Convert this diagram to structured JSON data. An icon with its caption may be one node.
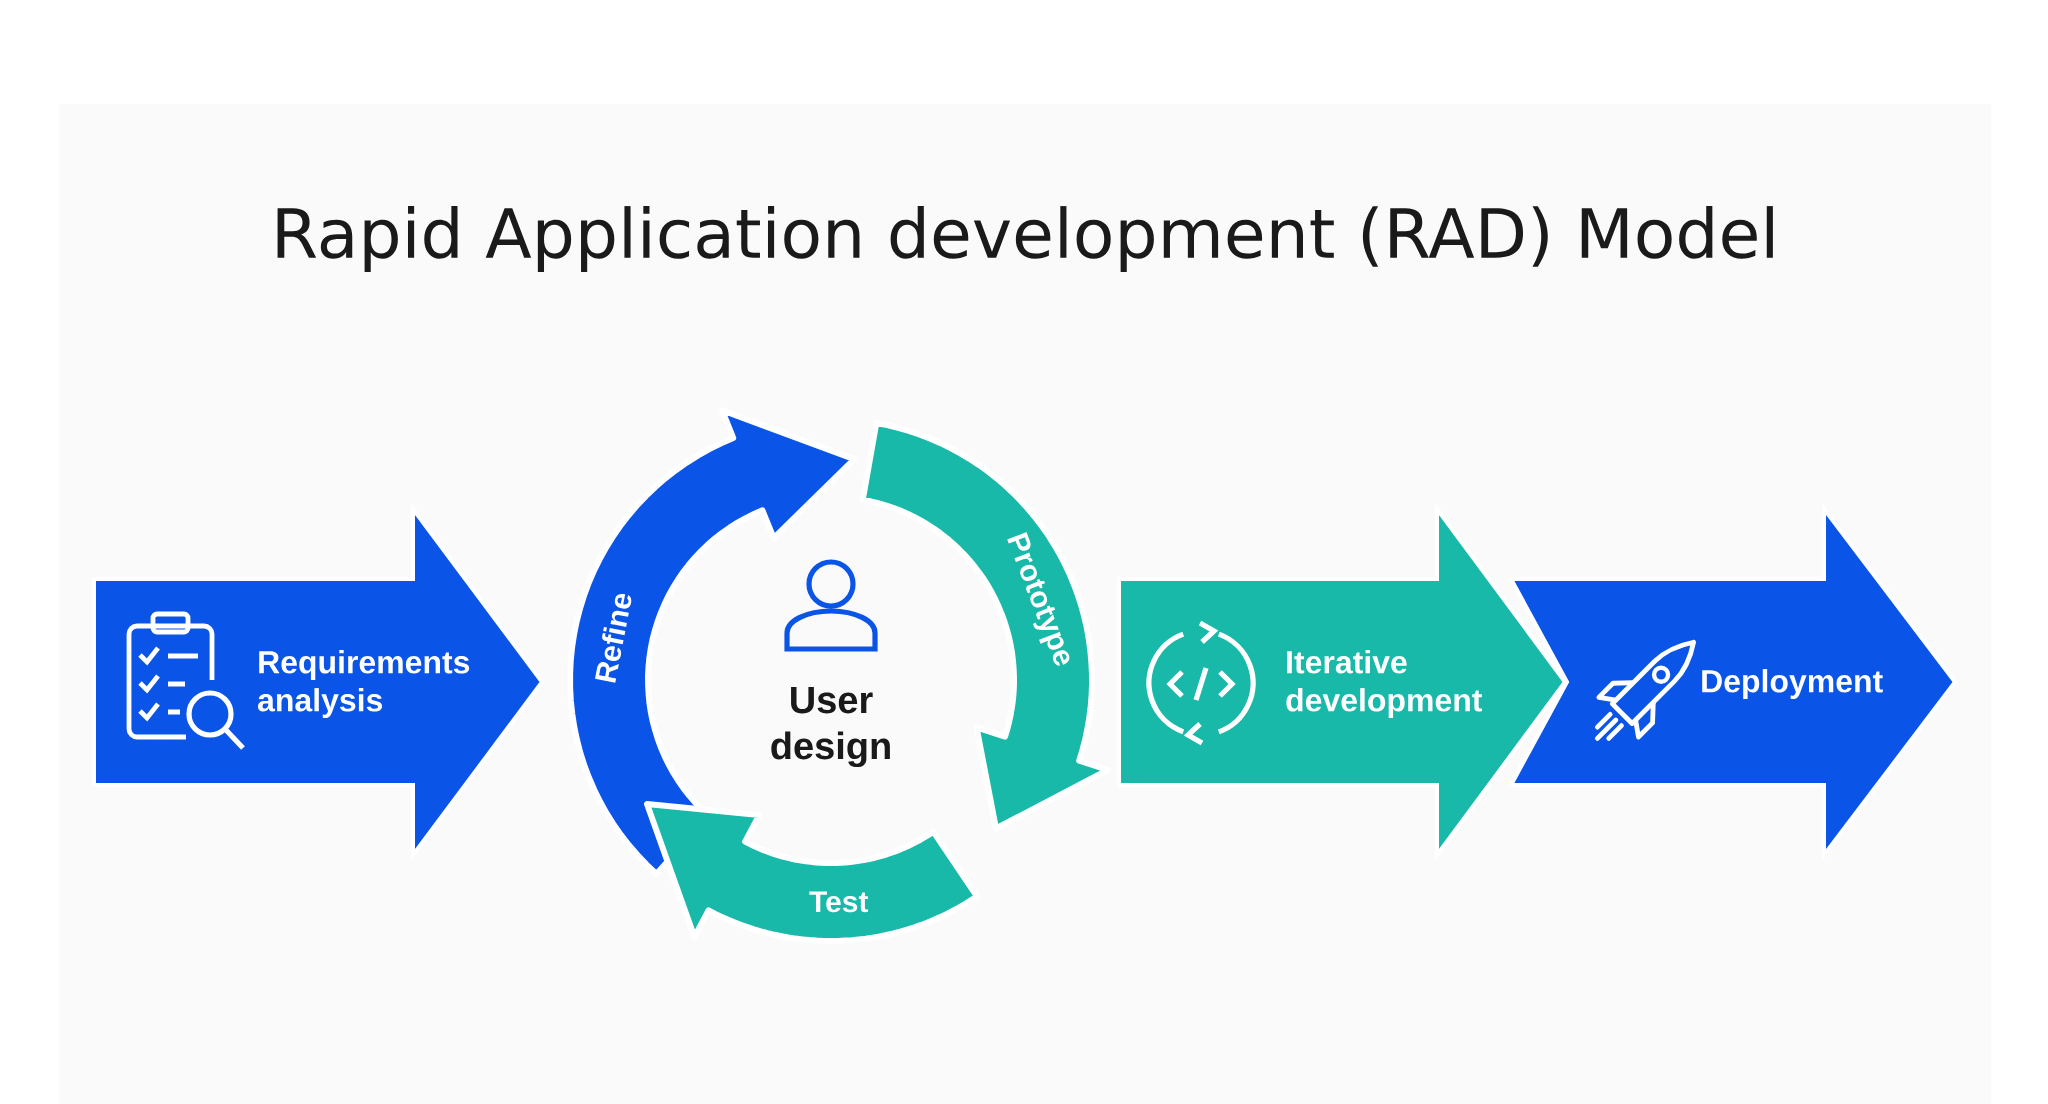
{
  "diagram": {
    "title": "Rapid Application development (RAD) Model",
    "nodes": [
      {
        "text": [
          "Requirements analysis"
        ]
      },
      {
        "text": [
          "Refine"
        ]
      },
      {
        "text": [
          "User design"
        ]
      },
      {
        "text": [
          "Prototype"
        ]
      },
      {
        "text": [
          "Test"
        ]
      },
      {
        "text": [
          "Iterative development"
        ]
      },
      {
        "text": [
          "Deployment"
        ]
      }
    ]
  }
}
